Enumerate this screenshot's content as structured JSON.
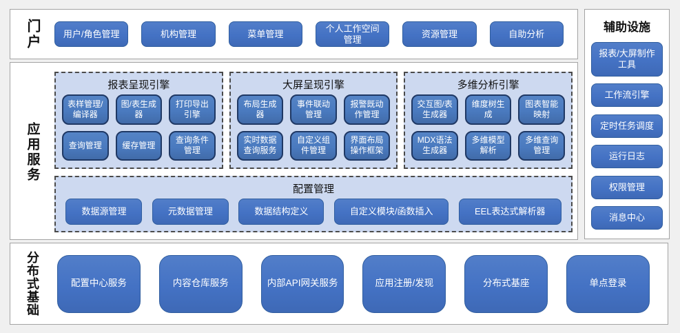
{
  "palette": {
    "page_bg": "#f0f0f0",
    "panel_bg": "#ffffff",
    "panel_border": "#a3a3a3",
    "button_fill": "#4472c4",
    "button_border": "#2f5d9e",
    "module_fill": "#4a7abf",
    "module_border": "#1f3864",
    "group_fill": "#cdd9f0",
    "group_border": "#4a4a4a",
    "button_text": "#ffffff",
    "label_text": "#111111"
  },
  "portal": {
    "label": "门户",
    "items": [
      "用户/角色管理",
      "机构管理",
      "菜单管理",
      "个人工作空间管理",
      "资源管理",
      "自助分析"
    ]
  },
  "app_services": {
    "label": "应用服务",
    "engines": [
      {
        "title": "报表呈现引擎",
        "modules": [
          "表样管理/编译器",
          "图/表生成器",
          "打印导出引擎",
          "查询管理",
          "缓存管理",
          "查询条件管理"
        ]
      },
      {
        "title": "大屏呈现引擎",
        "modules": [
          "布局生成器",
          "事件联动管理",
          "报警既动作管理",
          "实时数据查询服务",
          "自定义组件管理",
          "界面布局操作框架"
        ]
      },
      {
        "title": "多维分析引擎",
        "modules": [
          "交互图/表生成器",
          "维度树生成",
          "图表智能映射",
          "MDX语法生成器",
          "多维模型解析",
          "多维查询管理"
        ]
      }
    ],
    "config": {
      "title": "配置管理",
      "items": [
        "数据源管理",
        "元数据管理",
        "数据结构定义",
        "自定义模块/函数插入",
        "EEL表达式解析器"
      ]
    }
  },
  "auxiliary": {
    "title": "辅助设施",
    "items": [
      "报表/大屏制作工具",
      "工作流引擎",
      "定时任务调度",
      "运行日志",
      "权限管理",
      "消息中心"
    ]
  },
  "distributed": {
    "label": "分布式基础",
    "items": [
      "配置中心服务",
      "内容仓库服务",
      "内部API网关服务",
      "应用注册/发现",
      "分布式基座",
      "单点登录"
    ]
  }
}
